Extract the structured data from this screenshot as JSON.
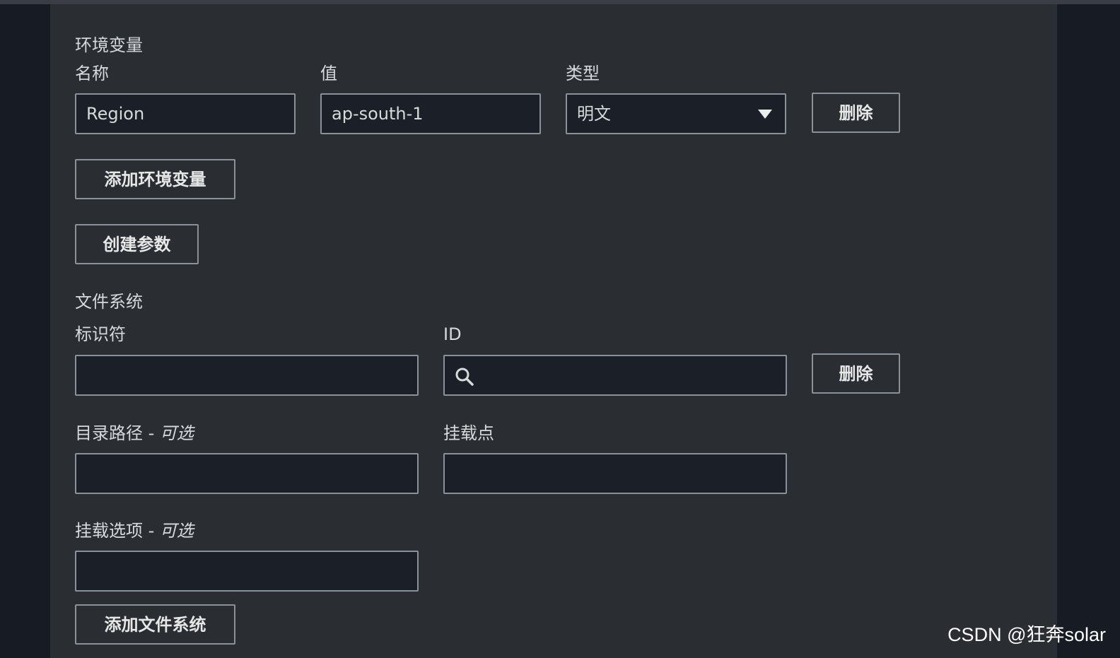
{
  "env_section": {
    "title": "环境变量",
    "name_label": "名称",
    "value_label": "值",
    "type_label": "类型",
    "name_value": "Region",
    "value_value": "ap-south-1",
    "type_selected": "明文",
    "delete_label": "删除",
    "add_env_label": "添加环境变量",
    "create_param_label": "创建参数"
  },
  "fs_section": {
    "title": "文件系统",
    "identifier_label": "标识符",
    "id_label": "ID",
    "delete_label": "删除",
    "dir_path_label": "目录路径",
    "optional_suffix": "可选",
    "mount_point_label": "挂载点",
    "mount_options_label": "挂载选项",
    "add_fs_label": "添加文件系统"
  },
  "watermark": "CSDN @狂奔solar"
}
